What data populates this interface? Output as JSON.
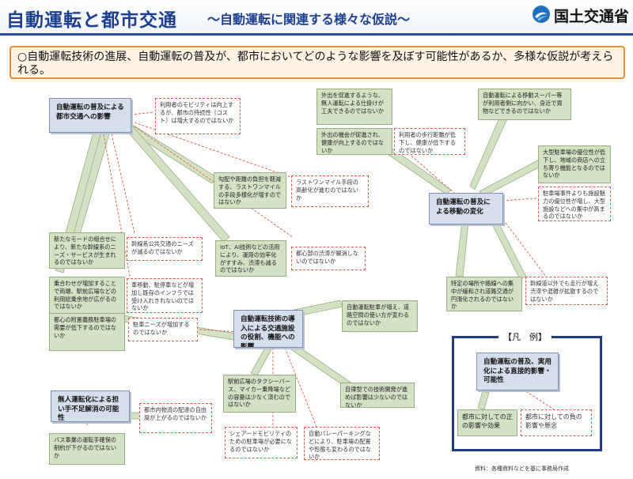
{
  "header": {
    "title": "自動運転と都市交通",
    "subtitle": "～自動運転に関連する様々な仮説～",
    "ministry": "国土交通省"
  },
  "summary": "○自動運転技術の進展、自動運転の普及が、都市においてどのような影響を及ぼす可能性があるか、多様な仮説が考えられる。",
  "hubs": {
    "urban_transport": "自動運転の普及による都市交通への影響",
    "mobility": "自動運転の普及による移動の変化",
    "facilities": "自動運転技術の導入による交通施設の役割、機能への影響",
    "unmanned": "無人運転化による担い手不足解消の可能性"
  },
  "hypotheses": {
    "user_cost": "利用者のモビリティは向上するが、都市の持続性（コスト）は増大するのではないか",
    "elderly_outings": "外出を促進するような、無人運転による仕掛けが工夫できるのではないか",
    "outing_chance": "外出の機会が促進され、健康が向上するのではないか",
    "walk_decrease": "利用者の歩行距離が低下し、健康が低下するのではないか",
    "shopping": "自動運転による移動スーパー等が利用者側に向かい、身近で買物などできるのではないか",
    "large_parking": "大型駐車場の優位性が低下し、地域の商店への立ち寄り機能となるのではないか",
    "parking_business": "駐車場事件よりも施設魅力の優位性が増し、大型施設などへの集中が高まるのではないか",
    "delivery_burden": "勾配や距離の負担を軽減する、ラストワンマイルの手段多様化が増すのではないか",
    "last_mile": "ラストワンマイル手段の高齢化が進むのではないか",
    "modal_combo": "新たなモードの組合せにより、新たな幹線系のニーズ・サービスが生まれるのではないか",
    "trunk_transit": "幹線系公共交通のニーズが減るのではないか",
    "iot_ai": "IoT、AI技術などの活用により、運用の効率化がすすみ、渋滞も減るのではないか",
    "congestion": "都心部の渋滞が解消しないのではないか",
    "specific_areas": "特定の場所や路線への集中が緩和され道路交通が円滑化されるのではないか",
    "outside_trunk": "幹線道以外でも走行が増え渋滞や混雑が拡散するのではないか",
    "pickup_increase": "乗合わせが増加することで両端、駅前広場などの利用総乗余地が広がるのではないか",
    "vehicle_movement": "車移動、駐停車などが増加し既存のインフラでは受け入れきれないのではないか",
    "auto_parking": "自動運転駐車が増え、道路空間の使い方が変わるのではないか",
    "downtown_parking": "都心の附置義務駐車場の需要が低下するのではないか",
    "parking_demand": "駐車ニーズが増加するのではないか",
    "station_plaza": "駅前広場のタクシーバース、マイカー乗降場などの容量は少なく済むのではないか",
    "autonomous_tech": "自律型での技術開発が進めば影響は少ないのではないか",
    "logistics": "都市内物流の配達の自由度が上がるのではないか",
    "shared_mobility": "シェアードモビリティのための駐車場が必要になるのではないか",
    "valet_parking": "自動バレーパーキングなどにより、駐車場の配置や形態も変わるのではないか",
    "bus_drivers": "バス事業の運転手確保の制約が下がるのではないか"
  },
  "legend": {
    "title": "【凡　例】",
    "direct": "自動運転の普及、実用化による直接的影響・可能性",
    "positive": "都市に対しての正の影響や効果",
    "negative": "都市に対しての負の影響や懸念"
  },
  "source": "資料：各種資料などを基に事務局作成",
  "colors": {
    "title_blue": "#1d3f8f",
    "hub_fill": "#d5deec",
    "positive_fill": "#d4e2c4",
    "negative_border": "#d55a4a",
    "summary_border": "#e2913a",
    "legend_border": "#1f3a82"
  }
}
